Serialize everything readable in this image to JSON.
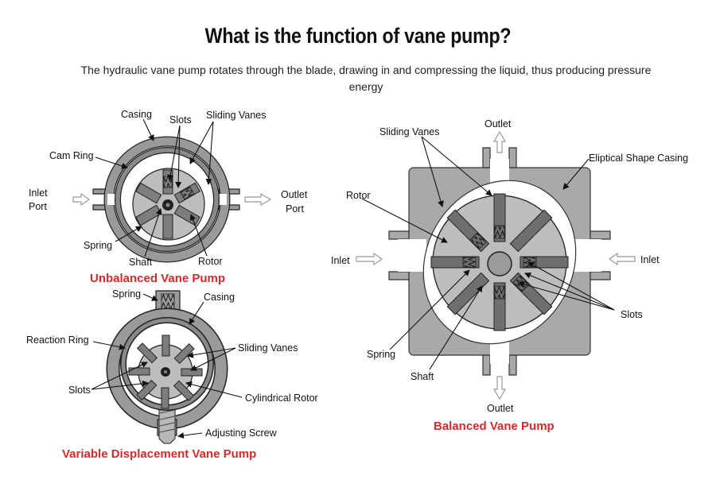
{
  "title": "What is the function of vane pump?",
  "subtitle": "The hydraulic vane pump rotates through the blade, drawing in and compressing the liquid, thus producing pressure energy",
  "colors": {
    "caption": "#d22b2b",
    "casing": "#9a9a9a",
    "rotor": "#bdbdbd",
    "vane": "#7d7d7d"
  },
  "unbalanced": {
    "caption": "Unbalanced Vane Pump",
    "labels": {
      "casing": "Casing",
      "slots": "Slots",
      "sliding_vanes": "Sliding Vanes",
      "cam_ring": "Cam Ring",
      "inlet": "Inlet",
      "inlet_port": "Port",
      "outlet": "Outlet",
      "outlet_port": "Port",
      "spring": "Spring",
      "shaft": "Shaft",
      "rotor": "Rotor"
    }
  },
  "variable": {
    "caption": "Variable Displacement Vane Pump",
    "labels": {
      "spring": "Spring",
      "casing": "Casing",
      "reaction_ring": "Reaction Ring",
      "sliding_vanes": "Sliding Vanes",
      "slots": "Slots",
      "cylindrical_rotor": "Cylindrical Rotor",
      "adjusting_screw": "Adjusting Screw"
    }
  },
  "balanced": {
    "caption": "Balanced Vane Pump",
    "labels": {
      "outlet_top": "Outlet",
      "sliding_vanes": "Sliding Vanes",
      "casing": "Eliptical Shape Casing",
      "rotor": "Rotor",
      "inlet_left": "Inlet",
      "inlet_right": "Inlet",
      "slots": "Slots",
      "spring": "Spring",
      "shaft": "Shaft",
      "outlet_bottom": "Outlet"
    }
  }
}
